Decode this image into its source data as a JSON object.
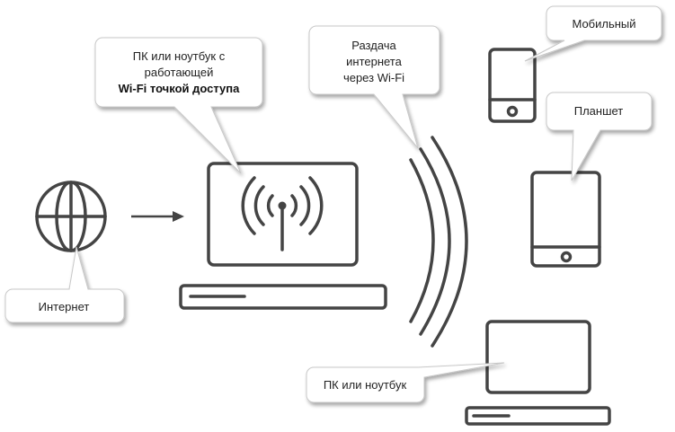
{
  "labels": {
    "mobile": "Мобильный",
    "wifi_line1": "Раздача",
    "wifi_line2": "интернета",
    "wifi_line3": "через Wi-Fi",
    "pc_hotspot_line1": "ПК или ноутбук с",
    "pc_hotspot_line2": "работающей",
    "pc_hotspot_line3": "Wi-Fi точкой доступа",
    "tablet": "Планшет",
    "internet": "Интернет",
    "pc_client": "ПК или ноутбук"
  },
  "colors": {
    "device_stroke": "#444444",
    "bubble_border": "#c8c8c8",
    "text": "#222222"
  },
  "icons": [
    "globe-icon",
    "arrow-icon",
    "laptop-hotspot-icon",
    "antenna-icon",
    "wifi-waves-icon",
    "mobile-phone-icon",
    "tablet-icon",
    "laptop-client-icon"
  ]
}
